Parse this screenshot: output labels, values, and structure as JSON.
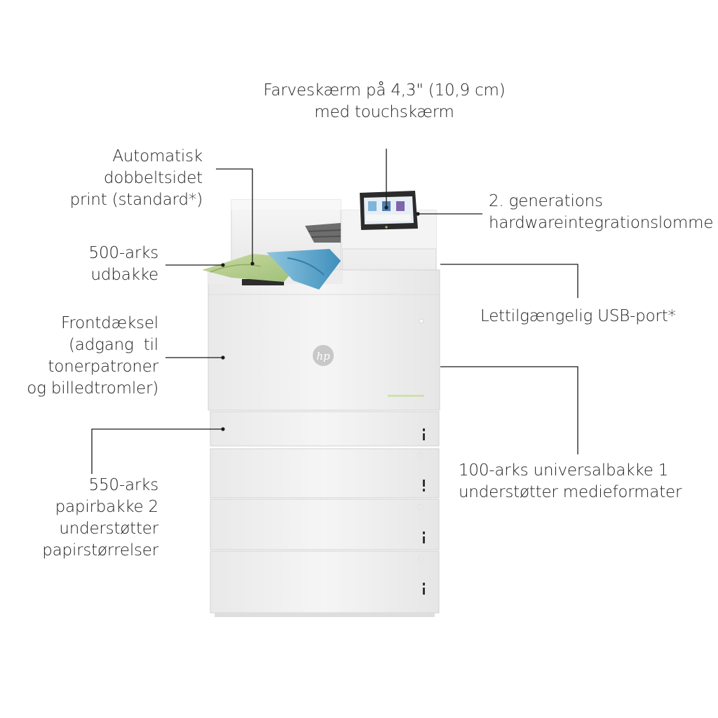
{
  "callouts": {
    "display": {
      "lines": [
        "Farveskærm på 4,3\" (10,9 cm)",
        "med touchskærm"
      ]
    },
    "duplex": {
      "lines": [
        "Automatisk",
        "dobbeltsidet",
        "print (standard*)"
      ]
    },
    "hip": {
      "lines": [
        "2. generations",
        "hardwareintegrationslomme"
      ]
    },
    "output_bin": {
      "lines": [
        "500-arks",
        "udbakke"
      ]
    },
    "usb": {
      "lines": [
        "Lettilgængelig USB-port*"
      ]
    },
    "front_cover": {
      "lines": [
        "Frontdæksel",
        "(adgang  til",
        "tonerpatroner",
        "og billedtromler)"
      ]
    },
    "tray1": {
      "lines": [
        "100-arks universalbakke 1",
        "understøtter medieformater"
      ]
    },
    "tray2": {
      "lines": [
        "550-arks",
        "papirbakke 2",
        "understøtter",
        "papirstørrelser"
      ]
    }
  },
  "printer": {
    "brand_logo_icon": "hp-logo-icon",
    "colors": {
      "body": "#f1f1f1",
      "body_shade": "#e3e3e3",
      "edge": "#d2d2d2",
      "panel_bezel": "#2b2b2b",
      "paper_green": "#b9cf92",
      "paper_blue": "#6fb3d4"
    }
  },
  "colors": {
    "text": "#222222",
    "leader_line": "#1a1a1a"
  }
}
